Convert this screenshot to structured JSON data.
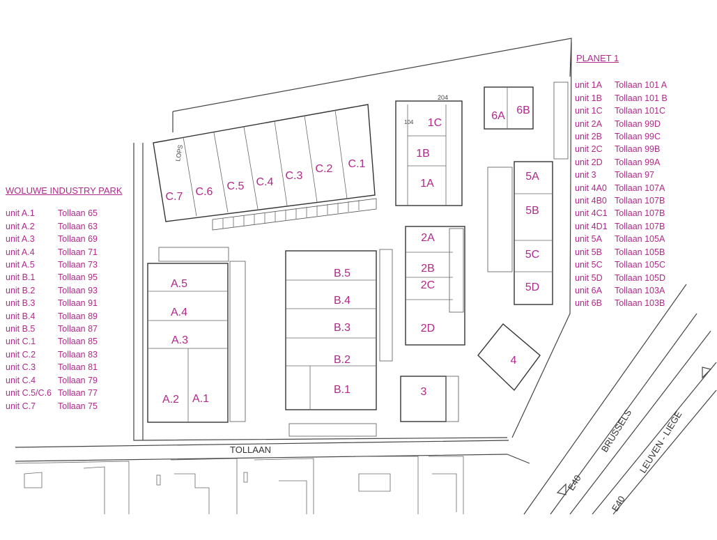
{
  "woluwe": {
    "title": "WOLUWE INDUSTRY PARK",
    "units": [
      {
        "unit": "unit A.1",
        "address": "Tollaan 65"
      },
      {
        "unit": "unit A.2",
        "address": "Tollaan 63"
      },
      {
        "unit": "unit A.3",
        "address": "Tollaan 69"
      },
      {
        "unit": "unit A.4",
        "address": "Tollaan 71"
      },
      {
        "unit": "unit A.5",
        "address": "Tollaan 73"
      },
      {
        "unit": "unit B.1",
        "address": "Tollaan 95"
      },
      {
        "unit": "unit B.2",
        "address": "Tollaan 93"
      },
      {
        "unit": "unit B.3",
        "address": "Tollaan 91"
      },
      {
        "unit": "unit B.4",
        "address": "Tollaan 89"
      },
      {
        "unit": "unit B.5",
        "address": "Tollaan 87"
      },
      {
        "unit": "unit C.1",
        "address": "Tollaan 85"
      },
      {
        "unit": "unit C.2",
        "address": "Tollaan 83"
      },
      {
        "unit": "unit C.3",
        "address": "Tollaan 81"
      },
      {
        "unit": "unit C.4",
        "address": "Tollaan 79"
      },
      {
        "unit": "unit C.5/C.6",
        "address": "Tollaan 77"
      },
      {
        "unit": "unit C.7",
        "address": "Tollaan 75"
      }
    ]
  },
  "planet": {
    "title": "PLANET 1",
    "units": [
      {
        "unit": "unit 1A",
        "address": "Tollaan 101 A"
      },
      {
        "unit": "unit 1B",
        "address": "Tollaan 101 B"
      },
      {
        "unit": "unit 1C",
        "address": "Tollaan 101C"
      },
      {
        "unit": "unit 2A",
        "address": "Tollaan 99D"
      },
      {
        "unit": "unit 2B",
        "address": "Tollaan 99C"
      },
      {
        "unit": "unit 2C",
        "address": "Tollaan 99B"
      },
      {
        "unit": "unit 2D",
        "address": "Tollaan 99A"
      },
      {
        "unit": "unit 3",
        "address": "Tollaan 97"
      },
      {
        "unit": "unit 4A0",
        "address": "Tollaan 107A"
      },
      {
        "unit": "unit 4B0",
        "address": "Tollaan 107B"
      },
      {
        "unit": "unit 4C1",
        "address": "Tollaan 107B"
      },
      {
        "unit": "unit 4D1",
        "address": "Tollaan 107B"
      },
      {
        "unit": "unit 5A",
        "address": "Tollaan 105A"
      },
      {
        "unit": "unit 5B",
        "address": "Tollaan 105B"
      },
      {
        "unit": "unit 5C",
        "address": "Tollaan 105C"
      },
      {
        "unit": "unit 5D",
        "address": "Tollaan 105D"
      },
      {
        "unit": "unit 6A",
        "address": "Tollaan 103A"
      },
      {
        "unit": "unit 6B",
        "address": "Tollaan 103B"
      }
    ]
  },
  "map": {
    "street_label": "TOLLAAN",
    "highway_brussels": "E40",
    "highway_brussels_dir": "BRUSSELS",
    "highway_liege": "E40",
    "highway_liege_dir": "LEUVEN - LIEGE",
    "handwritten": [
      "104",
      "204",
      "LOPS"
    ],
    "building_labels": {
      "c7": "C.7",
      "c6": "C.6",
      "c5": "C.5",
      "c4": "C.4",
      "c3": "C.3",
      "c2": "C.2",
      "c1": "C.1",
      "a5": "A.5",
      "a4": "A.4",
      "a3": "A.3",
      "a2": "A.2",
      "a1": "A.1",
      "b5": "B.5",
      "b4": "B.4",
      "b3": "B.3",
      "b2": "B.2",
      "b1": "B.1",
      "p1c": "1C",
      "p1b": "1B",
      "p1a": "1A",
      "p6a": "6A",
      "p6b": "6B",
      "p2a": "2A",
      "p2b": "2B",
      "p2c": "2C",
      "p2d": "2D",
      "p3": "3",
      "p4": "4",
      "p5a": "5A",
      "p5b": "5B",
      "p5c": "5C",
      "p5d": "5D"
    }
  }
}
